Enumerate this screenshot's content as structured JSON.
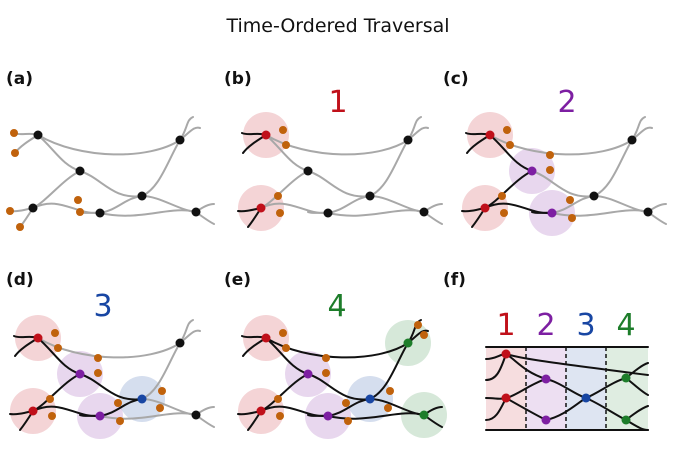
{
  "title": "Time-Ordered Traversal",
  "panels": {
    "a": {
      "label": "(a)"
    },
    "b": {
      "label": "(b)",
      "step": "1"
    },
    "c": {
      "label": "(c)",
      "step": "2"
    },
    "d": {
      "label": "(d)",
      "step": "3"
    },
    "e": {
      "label": "(e)",
      "step": "4"
    },
    "f": {
      "label": "(f)",
      "steps": [
        "1",
        "2",
        "3",
        "4"
      ]
    }
  },
  "colors": {
    "step1": "#c0101a",
    "step2": "#7d1fa2",
    "step3": "#1846a3",
    "step4": "#1d7d2a",
    "open_leg": "#c0620c",
    "edge_unvisited": "#a8a8a8",
    "edge_visited": "#111111"
  }
}
